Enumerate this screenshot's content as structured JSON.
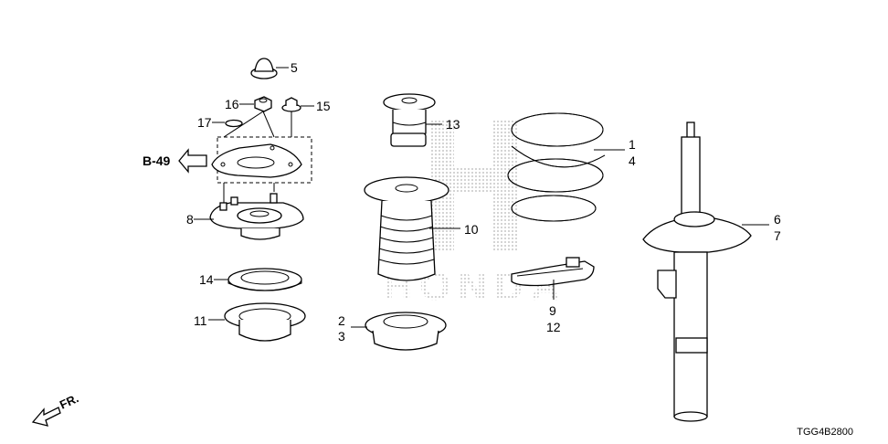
{
  "callouts": {
    "c1": "1",
    "c2": "2",
    "c3": "3",
    "c4": "4",
    "c5": "5",
    "c6": "6",
    "c7": "7",
    "c8": "8",
    "c9": "9",
    "c10": "10",
    "c11": "11",
    "c12": "12",
    "c13": "13",
    "c14": "14",
    "c15": "15",
    "c16": "16",
    "c17": "17"
  },
  "reference": "B-49",
  "direction_label": "FR.",
  "diagram_code": "TGG4B2800",
  "watermark_text": "HONDA",
  "colors": {
    "line": "#000000",
    "watermark": "#c8c8c8"
  }
}
